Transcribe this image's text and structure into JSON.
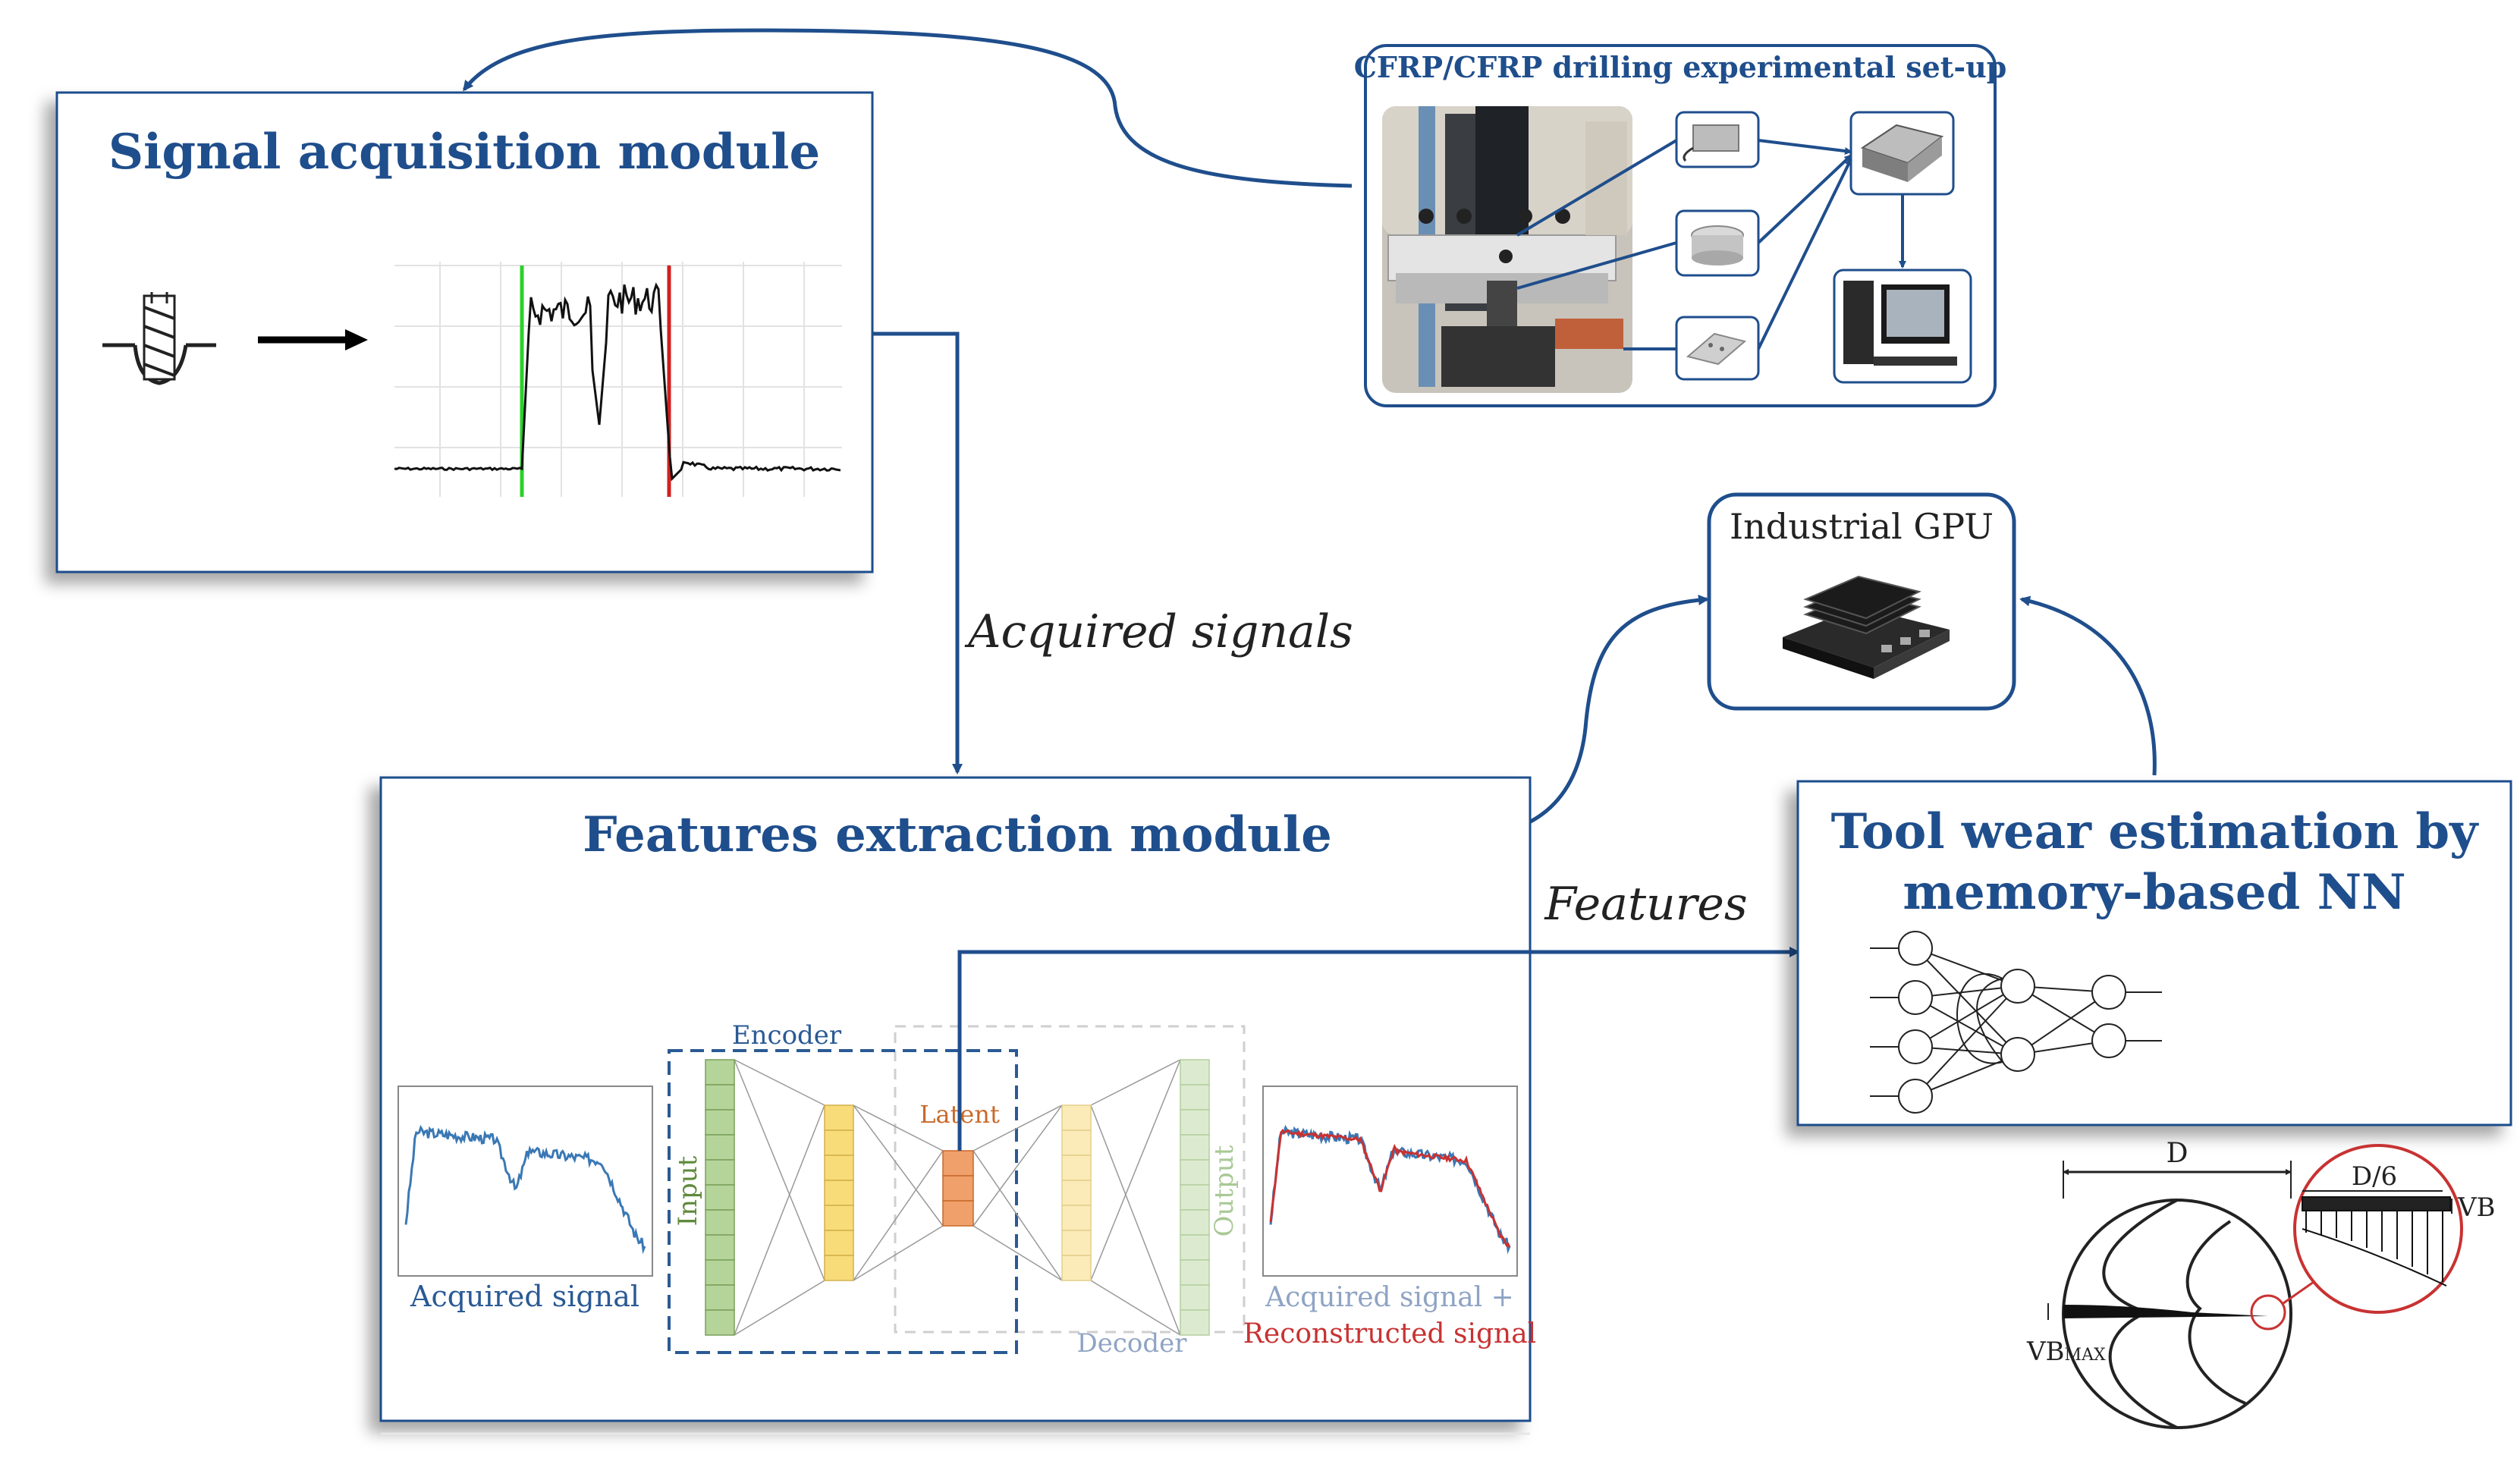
{
  "setup": {
    "title": "CFRP/CFRP drilling experimental set-up"
  },
  "signal_module": {
    "title": "Signal acquisition module"
  },
  "flows": {
    "acquired_signals": "Acquired signals",
    "features": "Features"
  },
  "gpu": {
    "title": "Industrial GPU"
  },
  "features_module": {
    "title": "Features extraction module",
    "acquired_signal_caption": "Acquired signal",
    "encoder_label": "Encoder",
    "decoder_label": "Decoder",
    "latent_label": "Latent",
    "input_label": "Input",
    "output_label": "Output",
    "reconstructed_caption_1": "Acquired signal +",
    "reconstructed_caption_2": "Reconstructed signal"
  },
  "tool_wear": {
    "title_line1": "Tool wear estimation by",
    "title_line2": "memory-based NN"
  },
  "wear_diagram": {
    "d_label": "D",
    "d6_label": "D/6",
    "vb_label": "VB",
    "vbmax_label": "VB",
    "vbmax_sub": "MAX"
  },
  "colors": {
    "accent": "#1f4e8c",
    "signal_blue": "#3a78b5",
    "recon_red": "#c83232",
    "input_green": "#b5d49a",
    "latent_orange": "#f0a06a",
    "hidden_yellow": "#f8dc7a"
  }
}
